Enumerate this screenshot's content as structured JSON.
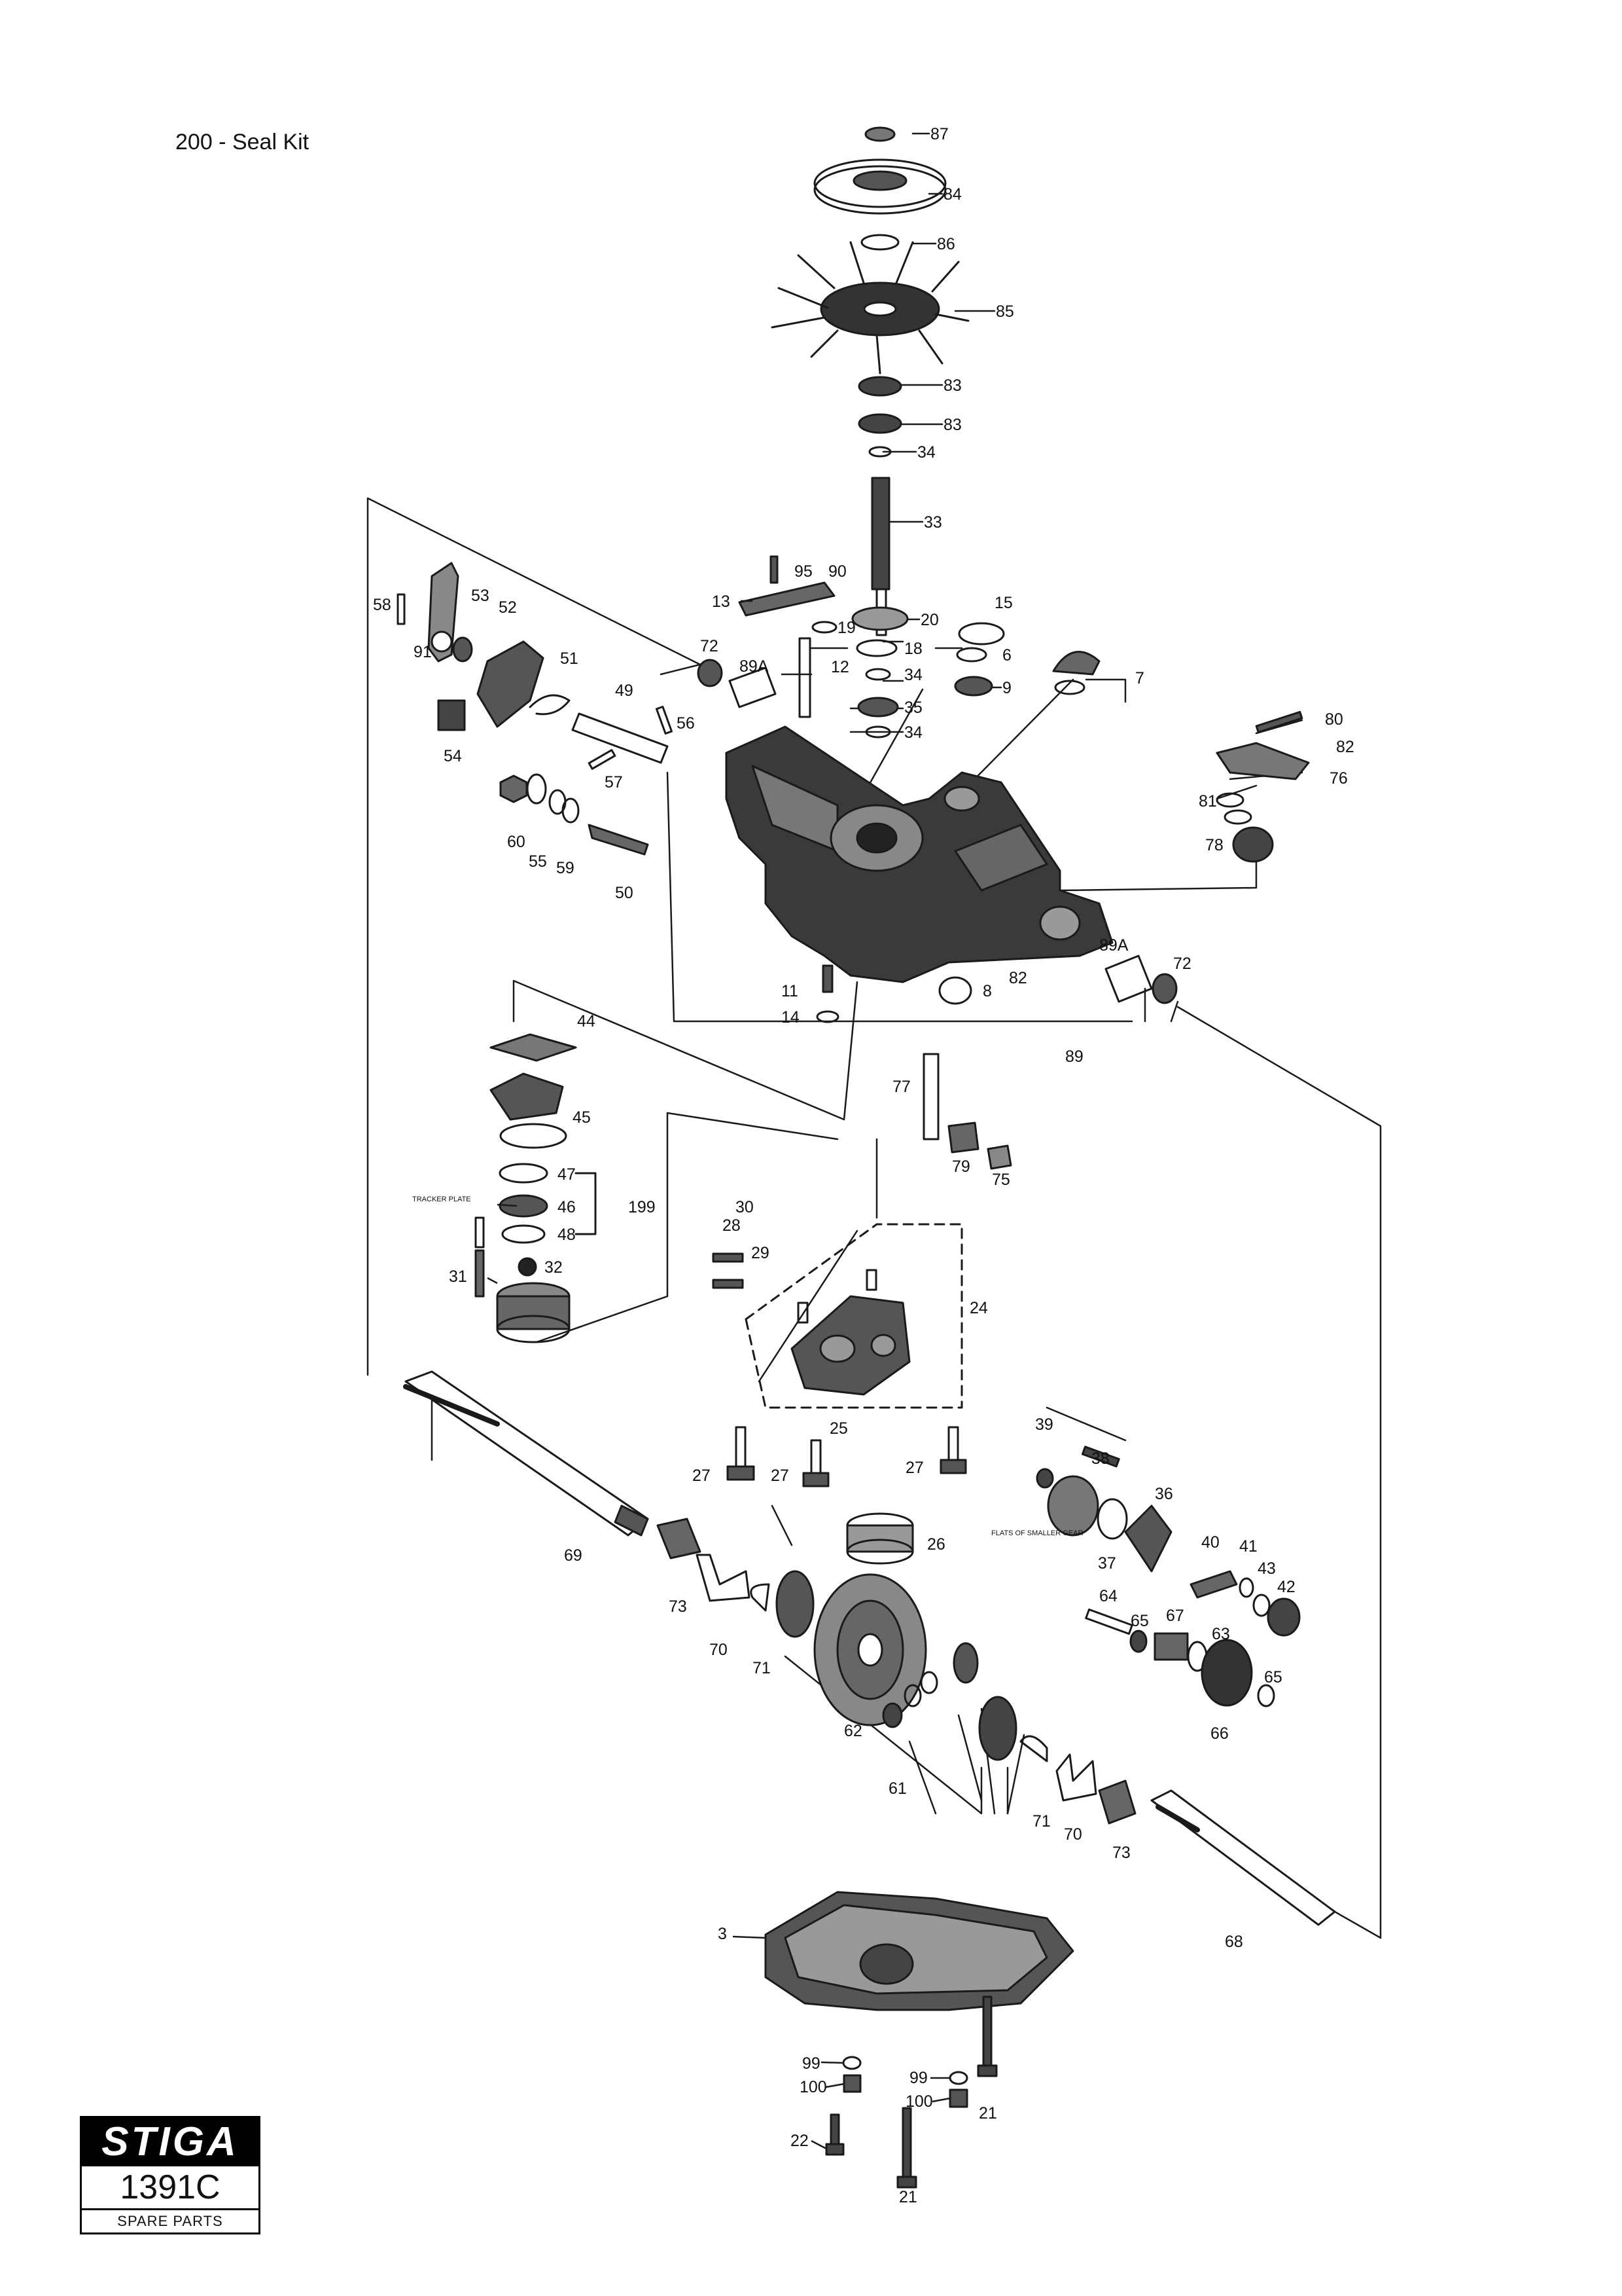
{
  "note": "200 - Seal Kit",
  "logo": {
    "brand": "STIGA",
    "model": "1391C",
    "subtitle": "SPARE PARTS"
  },
  "small_notes": {
    "tracker_plate": "TRACKER PLATE",
    "flat_side": "FLATS OF SMALLER GEAR"
  },
  "callouts": [
    {
      "id": "c1",
      "text": "87"
    },
    {
      "id": "c2",
      "text": "84"
    },
    {
      "id": "c3",
      "text": "86"
    },
    {
      "id": "c4",
      "text": "85"
    },
    {
      "id": "c5",
      "text": "83"
    },
    {
      "id": "c6",
      "text": "83"
    },
    {
      "id": "c7",
      "text": "34"
    },
    {
      "id": "c8",
      "text": "33"
    },
    {
      "id": "c9",
      "text": "95"
    },
    {
      "id": "c10",
      "text": "90"
    },
    {
      "id": "c11",
      "text": "13"
    },
    {
      "id": "c12",
      "text": "20"
    },
    {
      "id": "c13",
      "text": "19"
    },
    {
      "id": "c14",
      "text": "18"
    },
    {
      "id": "c15",
      "text": "12"
    },
    {
      "id": "c16",
      "text": "34"
    },
    {
      "id": "c17",
      "text": "35"
    },
    {
      "id": "c18",
      "text": "34"
    },
    {
      "id": "c19",
      "text": "15"
    },
    {
      "id": "c20",
      "text": "6"
    },
    {
      "id": "c21",
      "text": "9"
    },
    {
      "id": "c22",
      "text": "7"
    },
    {
      "id": "c23",
      "text": "58"
    },
    {
      "id": "c24",
      "text": "53"
    },
    {
      "id": "c25",
      "text": "52"
    },
    {
      "id": "c26",
      "text": "91"
    },
    {
      "id": "c27",
      "text": "51"
    },
    {
      "id": "c28",
      "text": "72"
    },
    {
      "id": "c29",
      "text": "89A"
    },
    {
      "id": "c30",
      "text": "49"
    },
    {
      "id": "c31",
      "text": "56"
    },
    {
      "id": "c32",
      "text": "54"
    },
    {
      "id": "c33",
      "text": "57"
    },
    {
      "id": "c34",
      "text": "60"
    },
    {
      "id": "c35",
      "text": "55"
    },
    {
      "id": "c36",
      "text": "59"
    },
    {
      "id": "c37",
      "text": "50"
    },
    {
      "id": "c38",
      "text": "80"
    },
    {
      "id": "c39",
      "text": "82"
    },
    {
      "id": "c40",
      "text": "76"
    },
    {
      "id": "c41",
      "text": "81"
    },
    {
      "id": "c42",
      "text": "78"
    },
    {
      "id": "c43",
      "text": "11"
    },
    {
      "id": "c44",
      "text": "14"
    },
    {
      "id": "c45",
      "text": "82"
    },
    {
      "id": "c46",
      "text": "8"
    },
    {
      "id": "c47",
      "text": "89A"
    },
    {
      "id": "c48",
      "text": "72"
    },
    {
      "id": "c49",
      "text": "89"
    },
    {
      "id": "c50",
      "text": "44"
    },
    {
      "id": "c51",
      "text": "45"
    },
    {
      "id": "c52",
      "text": "47"
    },
    {
      "id": "c53",
      "text": "46"
    },
    {
      "id": "c54",
      "text": "48"
    },
    {
      "id": "c55",
      "text": "199"
    },
    {
      "id": "c56",
      "text": "31"
    },
    {
      "id": "c57",
      "text": "32"
    },
    {
      "id": "c58",
      "text": "77"
    },
    {
      "id": "c59",
      "text": "79"
    },
    {
      "id": "c60",
      "text": "75"
    },
    {
      "id": "c61",
      "text": "30"
    },
    {
      "id": "c62",
      "text": "28"
    },
    {
      "id": "c63",
      "text": "29"
    },
    {
      "id": "c64",
      "text": "24"
    },
    {
      "id": "c65",
      "text": "25"
    },
    {
      "id": "c66",
      "text": "27"
    },
    {
      "id": "c67",
      "text": "27"
    },
    {
      "id": "c68",
      "text": "27"
    },
    {
      "id": "c69",
      "text": "39"
    },
    {
      "id": "c70",
      "text": "38"
    },
    {
      "id": "c71",
      "text": "36"
    },
    {
      "id": "c72",
      "text": "26"
    },
    {
      "id": "c73",
      "text": "37"
    },
    {
      "id": "c74",
      "text": "40"
    },
    {
      "id": "c75",
      "text": "41"
    },
    {
      "id": "c76",
      "text": "43"
    },
    {
      "id": "c77",
      "text": "42"
    },
    {
      "id": "c78",
      "text": "69"
    },
    {
      "id": "c79",
      "text": "73"
    },
    {
      "id": "c80",
      "text": "70"
    },
    {
      "id": "c81",
      "text": "71"
    },
    {
      "id": "c82",
      "text": "62"
    },
    {
      "id": "c83",
      "text": "64"
    },
    {
      "id": "c84",
      "text": "65"
    },
    {
      "id": "c85",
      "text": "67"
    },
    {
      "id": "c86",
      "text": "63"
    },
    {
      "id": "c87",
      "text": "65"
    },
    {
      "id": "c88",
      "text": "66"
    },
    {
      "id": "c89",
      "text": "61"
    },
    {
      "id": "c90",
      "text": "71"
    },
    {
      "id": "c91",
      "text": "70"
    },
    {
      "id": "c92",
      "text": "73"
    },
    {
      "id": "c93",
      "text": "68"
    },
    {
      "id": "c94",
      "text": "3"
    },
    {
      "id": "c95",
      "text": "99"
    },
    {
      "id": "c96",
      "text": "100"
    },
    {
      "id": "c97",
      "text": "99"
    },
    {
      "id": "c98",
      "text": "100"
    },
    {
      "id": "c99",
      "text": "21"
    },
    {
      "id": "c100",
      "text": "22"
    },
    {
      "id": "c101",
      "text": "21"
    }
  ]
}
